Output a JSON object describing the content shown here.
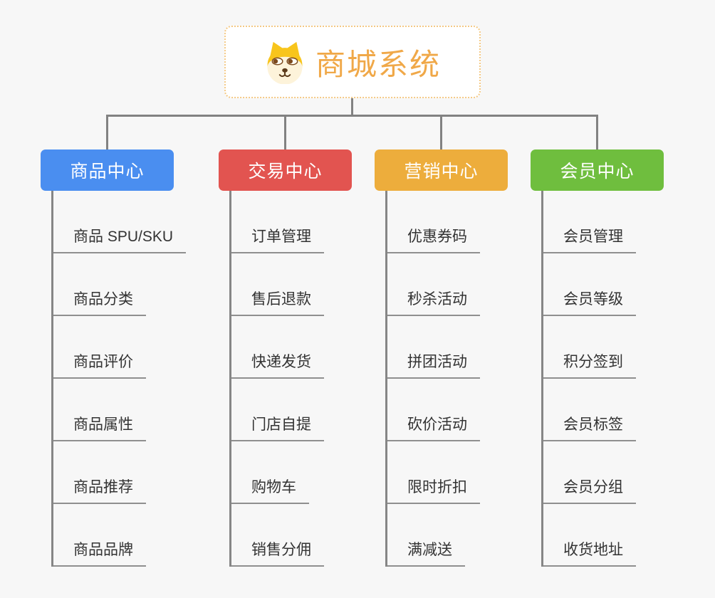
{
  "canvas": {
    "background": "#f7f7f7",
    "connector_color": "#828282"
  },
  "root": {
    "title": "商城系统",
    "icon": "dog-face-icon",
    "text_color": "#f0a848",
    "border_color": "#f4c985"
  },
  "branches": [
    {
      "label": "商品中心",
      "color": "#4a8ef0",
      "children": [
        "商品 SPU/SKU",
        "商品分类",
        "商品评价",
        "商品属性",
        "商品推荐",
        "商品品牌"
      ]
    },
    {
      "label": "交易中心",
      "color": "#e25450",
      "children": [
        "订单管理",
        "售后退款",
        "快递发货",
        "门店自提",
        "购物车",
        "销售分佣"
      ]
    },
    {
      "label": "营销中心",
      "color": "#edad3c",
      "children": [
        "优惠券码",
        "秒杀活动",
        "拼团活动",
        "砍价活动",
        "限时折扣",
        "满减送"
      ]
    },
    {
      "label": "会员中心",
      "color": "#6fbe3e",
      "children": [
        "会员管理",
        "会员等级",
        "积分签到",
        "会员标签",
        "会员分组",
        "收货地址"
      ]
    }
  ]
}
